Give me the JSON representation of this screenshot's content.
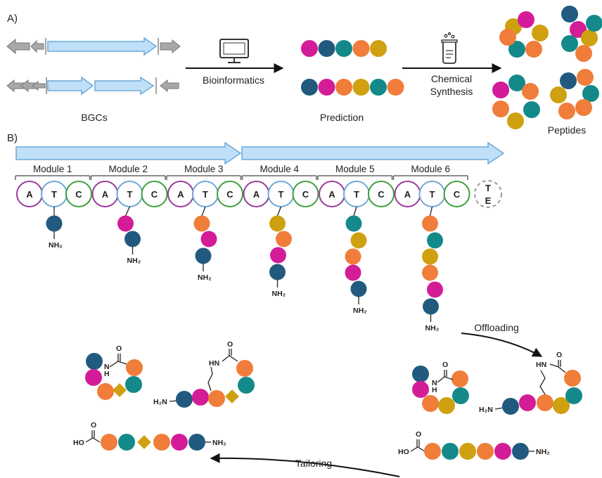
{
  "colors": {
    "navy": "#215a7e",
    "magenta": "#d41c98",
    "teal": "#14898a",
    "orange": "#f07d3a",
    "gold": "#cfa010",
    "gene_arrow": "#bfe0f8",
    "gene_arrow_stroke": "#6ea9d8",
    "gray_arrow": "#a8a8a8",
    "domain_A": "#9a3a9a",
    "domain_T": "#6fa8d8",
    "domain_C": "#3da03d",
    "domain_TE": "#999999"
  },
  "panel_a": {
    "label": "A)",
    "bgcs_label": "BGCs",
    "step1_label": "Bioinformatics",
    "step1_icon": "computer-monitor-icon",
    "prediction_label": "Prediction",
    "step2_label_line1": "Chemical",
    "step2_label_line2": "Synthesis",
    "step2_icon": "beaker-icon",
    "peptides_label": "Peptides",
    "predicted_chains": [
      [
        "magenta",
        "navy",
        "teal",
        "orange",
        "gold"
      ],
      [
        "navy",
        "magenta",
        "orange",
        "gold",
        "teal",
        "orange"
      ]
    ]
  },
  "panel_b": {
    "label": "B)",
    "modules": [
      "Module 1",
      "Module 2",
      "Module 3",
      "Module 4",
      "Module 5",
      "Module 6"
    ],
    "domains": [
      "A",
      "T",
      "C"
    ],
    "te_line1": "T",
    "te_line2": "E",
    "nh2": "NH2",
    "ho": "HO",
    "o": "O",
    "hn": "HN",
    "chains": [
      [
        "navy"
      ],
      [
        "magenta",
        "navy"
      ],
      [
        "orange",
        "magenta",
        "navy"
      ],
      [
        "gold",
        "orange",
        "magenta",
        "navy"
      ],
      [
        "teal",
        "gold",
        "orange",
        "magenta",
        "navy"
      ],
      [
        "orange",
        "teal",
        "gold",
        "orange",
        "magenta",
        "navy"
      ]
    ],
    "offloading_label": "Offloading",
    "tailoring_label": "Tailoring"
  }
}
